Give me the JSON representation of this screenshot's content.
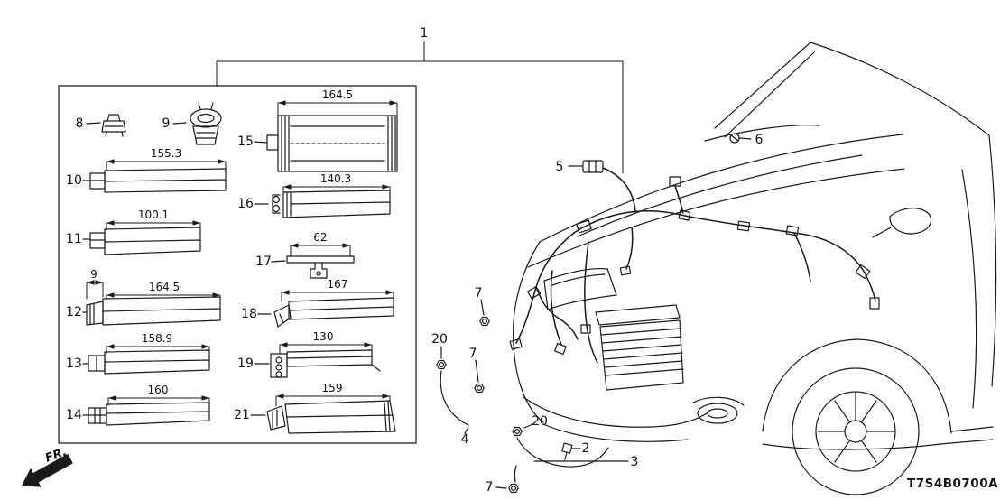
{
  "meta": {
    "code": "T7S4B0700A",
    "fr": "FR."
  },
  "legend": {
    "p8": {
      "id": "8"
    },
    "p9": {
      "id": "9"
    },
    "p10": {
      "id": "10",
      "dim": "155.3"
    },
    "p11": {
      "id": "11",
      "dim": "100.1"
    },
    "p12": {
      "id": "12",
      "dim": "164.5",
      "dim2": "9"
    },
    "p13": {
      "id": "13",
      "dim": "158.9"
    },
    "p14": {
      "id": "14",
      "dim": "160"
    },
    "p15": {
      "id": "15",
      "dim": "164.5"
    },
    "p16": {
      "id": "16",
      "dim": "140.3"
    },
    "p17": {
      "id": "17",
      "dim": "62"
    },
    "p18": {
      "id": "18",
      "dim": "167"
    },
    "p19": {
      "id": "19",
      "dim": "130"
    },
    "p21": {
      "id": "21",
      "dim": "159"
    }
  },
  "callouts": {
    "c1": "1",
    "c2": "2",
    "c3": "3",
    "c4": "4",
    "c5": "5",
    "c6": "6",
    "c7a": "7",
    "c7b": "7",
    "c7c": "7",
    "c20a": "20",
    "c20b": "20"
  },
  "colors": {
    "line": "#1a1a1a",
    "background": "#ffffff"
  }
}
